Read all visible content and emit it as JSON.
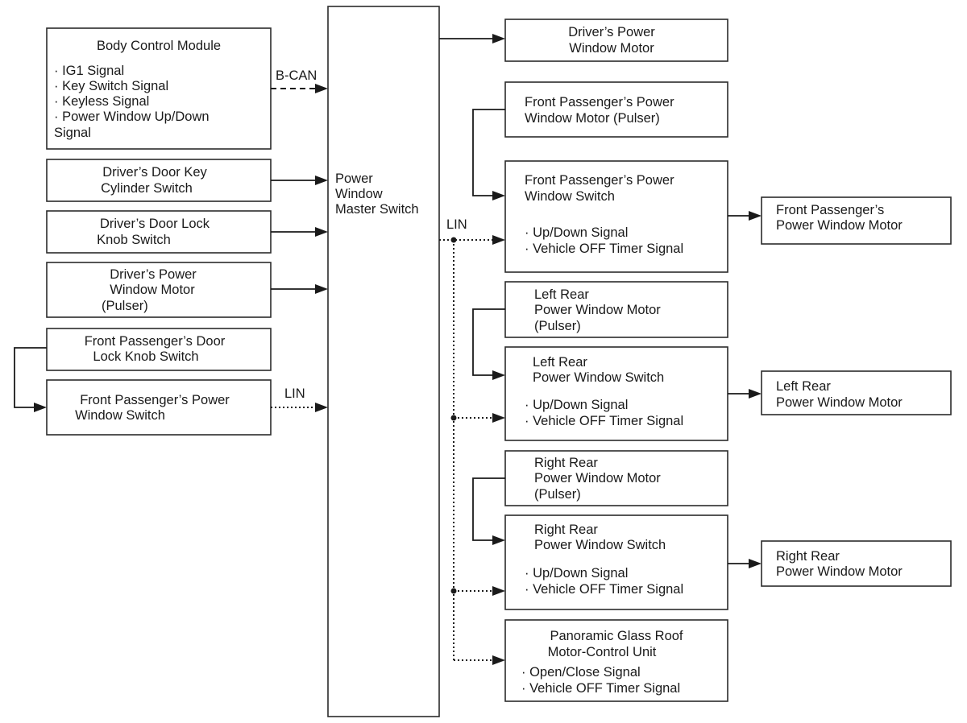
{
  "master": {
    "lines": [
      "Power",
      "Window",
      "Master Switch"
    ]
  },
  "bcm": {
    "title": "Body Control Module",
    "items": [
      "· IG1 Signal",
      "· Key Switch Signal",
      "· Keyless Signal",
      "· Power Window Up/Down",
      "Signal"
    ]
  },
  "left_inputs": {
    "door_key_cylinder": [
      "Driver’s Door Key",
      "Cylinder Switch"
    ],
    "door_lock_knob": [
      "Driver’s Door Lock",
      "Knob Switch"
    ],
    "driver_motor_pulser": [
      "Driver’s Power",
      "Window Motor",
      "(Pulser)"
    ],
    "fp_door_lock_knob": [
      "Front Passenger’s Door",
      "Lock Knob Switch"
    ],
    "fp_window_switch": [
      "Front Passenger’s Power",
      "Window Switch"
    ]
  },
  "right_outputs": {
    "driver_motor": [
      "Driver’s Power",
      "Window Motor"
    ],
    "fp_motor_pulser": [
      "Front Passenger’s Power",
      "Window Motor (Pulser)"
    ],
    "fp_switch": {
      "title": [
        "Front Passenger’s Power",
        "Window Switch"
      ],
      "items": [
        "· Up/Down Signal",
        "· Vehicle OFF Timer Signal"
      ]
    },
    "fp_motor": [
      "Front Passenger’s",
      "Power Window Motor"
    ],
    "lr_motor_pulser": [
      "Left Rear",
      "Power Window Motor",
      "(Pulser)"
    ],
    "lr_switch": {
      "title": [
        "Left Rear",
        "Power Window Switch"
      ],
      "items": [
        "· Up/Down Signal",
        "· Vehicle OFF Timer Signal"
      ]
    },
    "lr_motor": [
      "Left Rear",
      "Power Window Motor"
    ],
    "rr_motor_pulser": [
      "Right Rear",
      "Power Window Motor",
      "(Pulser)"
    ],
    "rr_switch": {
      "title": [
        "Right Rear",
        "Power Window Switch"
      ],
      "items": [
        "· Up/Down Signal",
        "· Vehicle OFF Timer Signal"
      ]
    },
    "rr_motor": [
      "Right Rear",
      "Power Window Motor"
    ],
    "roof": {
      "title": [
        "Panoramic Glass Roof",
        "Motor-Control Unit"
      ],
      "items": [
        "· Open/Close Signal",
        "· Vehicle OFF Timer Signal"
      ]
    }
  },
  "bus_labels": {
    "bcan": "B-CAN",
    "lin_left": "LIN",
    "lin_right": "LIN"
  }
}
